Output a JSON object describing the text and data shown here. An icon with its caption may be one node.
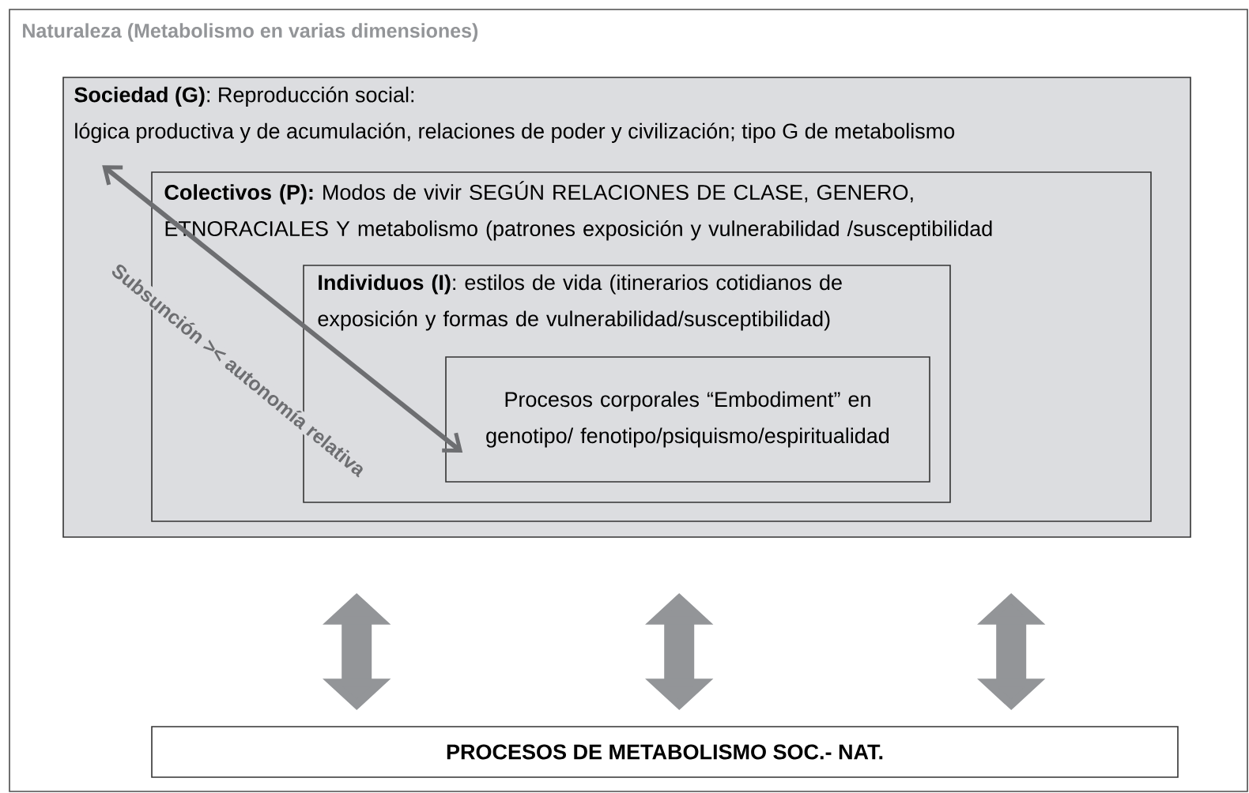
{
  "diagram": {
    "nodes": [
      {
        "text": [
          "Naturaleza (Metabolismo en varias dimensiones)"
        ]
      },
      {
        "text": [
          "**Sociedad (G)**: Reproducción social:",
          "lógica productiva y de acumulación, relaciones de poder y civilización; tipo G de metabolismo"
        ],
        "in": 0
      },
      {
        "text": [
          "**Colectivos (P):** Modos de vivir SEGÚN RELACIONES DE CLASE, GENERO, ETNORACIALES Y metabolismo (patrones exposición y vulnerabilidad /susceptibilidad"
        ],
        "in": 1
      },
      {
        "text": [
          "**Individuos (I)**: estilos de vida (itinerarios cotidianos de exposición y formas de vulnerabilidad/susceptibilidad)"
        ],
        "in": 2
      },
      {
        "text": [
          "Procesos corporales “Embodiment” en genotipo/ fenotipo/psiquismo/espiritualidad"
        ],
        "in": 3
      },
      {
        "text": [
          "PROCESOS DE METABOLISMO SOC.- NAT."
        ],
        "in": 0
      }
    ],
    "edges": [
      {
        "from": 1,
        "to": 4,
        "arrow": "both",
        "label": "Subsunción >< autonomía relativa",
        "color": "#6d6e71"
      },
      {
        "from": 1,
        "to": 5,
        "arrow": "both"
      },
      {
        "from": 1,
        "to": 5,
        "arrow": "both"
      },
      {
        "from": 1,
        "to": 5,
        "arrow": "both"
      }
    ]
  }
}
